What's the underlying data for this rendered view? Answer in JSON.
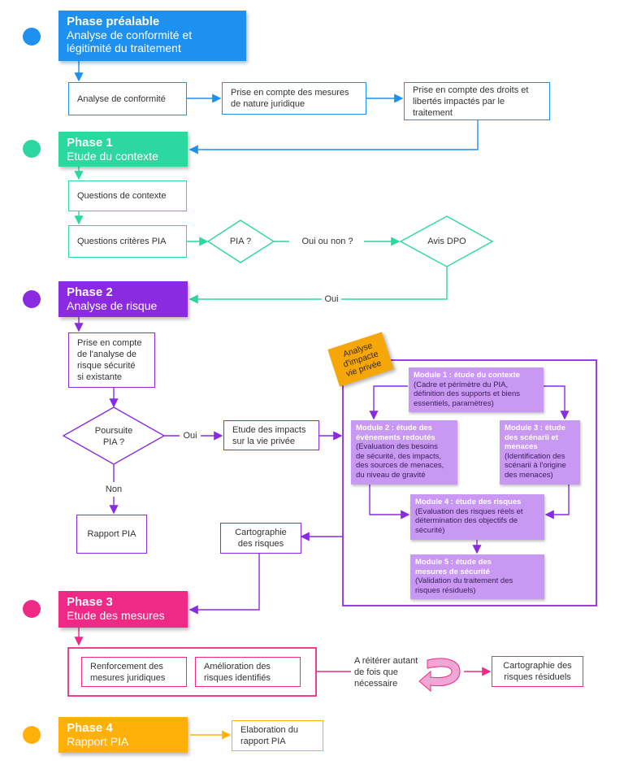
{
  "colors": {
    "blue": "#1e90ef",
    "teal": "#2dd7a0",
    "purple": "#8a2be2",
    "pink": "#ee2a86",
    "orange": "#ffb10a",
    "sticky": "#f5a70a",
    "module": "#c898f2"
  },
  "phase_pre": {
    "title": "Phase préalable",
    "sub1": "Analyse de conformité et",
    "sub2": "légitimité du traitement"
  },
  "pre_boxes": {
    "b1": "Analyse de conformité",
    "b2a": "Prise en compte des mesures",
    "b2b": "de nature juridique",
    "b3a": "Prise en compte des droits et",
    "b3b": "libertés impactés par le",
    "b3c": "traitement"
  },
  "phase1": {
    "title": "Phase 1",
    "sub": "Etude du contexte"
  },
  "p1": {
    "questions_contexte": "Questions de contexte",
    "questions_criteres": "Questions critères PIA",
    "pia_q": "PIA ?",
    "oui_ou_non": "Oui ou non ?",
    "avis_dpo": "Avis DPO",
    "oui": "Oui"
  },
  "phase2": {
    "title": "Phase 2",
    "sub": "Analyse de risque"
  },
  "p2": {
    "prise_a": "Prise en compte",
    "prise_b": "de l'analyse de",
    "prise_c": "risque sécurité",
    "prise_d": "si existante",
    "poursuite_a": "Poursuite",
    "poursuite_b": "PIA ?",
    "oui": "Oui",
    "non": "Non",
    "rapport": "Rapport PIA",
    "etude_a": "Etude des impacts",
    "etude_b": "sur la vie privée",
    "carto_a": "Cartographie",
    "carto_b": "des risques",
    "sticky_a": "Analyse",
    "sticky_b": "d'impacte",
    "sticky_c": "vie privée"
  },
  "modules": {
    "m1": {
      "title": "Module 1 : étude du contexte",
      "l1": "(Cadre et périmètre du PIA,",
      "l2": "définition des supports et biens",
      "l3": "essentiels, paramètres)"
    },
    "m2": {
      "t1": "Module 2 : étude des",
      "t2": "évènements redoutés",
      "l1": "(Evaluation des besoins",
      "l2": "de sécurité, des impacts,",
      "l3": "des sources de menaces,",
      "l4": "du niveau de gravité"
    },
    "m3": {
      "t1": "Module 3 : étude",
      "t2": "des scénarii et",
      "t3": "menaces",
      "l1": "(Identification des",
      "l2": "scénarii à l'origine",
      "l3": "des menaces)"
    },
    "m4": {
      "title": "Module 4 : étude des risques",
      "l1": "(Evaluation des risques réels et",
      "l2": "détermination des objectifs de",
      "l3": "sécurité)"
    },
    "m5": {
      "t1": "Module 5 : étude des",
      "t2": "mesures de sécurité",
      "l1": "(Validation du traitement des",
      "l2": "risques résiduels)"
    }
  },
  "phase3": {
    "title": "Phase 3",
    "sub": "Etude des mesures"
  },
  "p3": {
    "renf_a": "Renforcement des",
    "renf_b": "mesures juridiques",
    "amel_a": "Amélioration des",
    "amel_b": "risques identifiés",
    "reit_a": "A réitérer autant",
    "reit_b": "de fois que",
    "reit_c": "nécessaire",
    "carto_a": "Cartographie des",
    "carto_b": "risques résiduels"
  },
  "phase4": {
    "title": "Phase 4",
    "sub": "Rapport PIA"
  },
  "p4": {
    "elab_a": "Elaboration du",
    "elab_b": "rapport PIA"
  }
}
